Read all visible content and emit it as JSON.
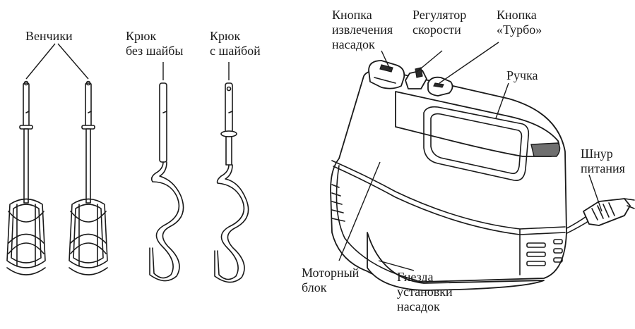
{
  "labels": {
    "beaters": "Венчики",
    "hook_no_washer_1": "Крюк",
    "hook_no_washer_2": "без шайбы",
    "hook_washer_1": "Крюк",
    "hook_washer_2": "с шайбой",
    "eject_1": "Кнопка",
    "eject_2": "извлечения",
    "eject_3": "насадок",
    "speed_1": "Регулятор",
    "speed_2": "скорости",
    "turbo_1": "Кнопка",
    "turbo_2": "«Турбо»",
    "handle": "Ручка",
    "cord_1": "Шнур",
    "cord_2": "питания",
    "motor_1": "Моторный",
    "motor_2": "блок",
    "sockets_1": "Гнезда",
    "sockets_2": "установки",
    "sockets_3": "насадок"
  }
}
